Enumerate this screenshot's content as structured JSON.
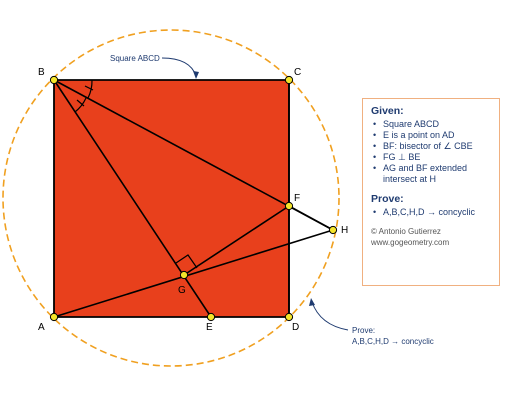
{
  "points": {
    "A": "A",
    "B": "B",
    "C": "C",
    "D": "D",
    "E": "E",
    "F": "F",
    "G": "G",
    "H": "H"
  },
  "callouts": {
    "square": "Square ABCD",
    "prove_line1": "Prove:",
    "prove_line2": "A,B,C,H,D → concyclic"
  },
  "panel": {
    "given_title": "Given:",
    "given_items": [
      "Square ABCD",
      "E is a point on AD",
      "BF: bisector of ∠ CBE",
      "FG ⊥ BE",
      "AG and BF extended intersect at H"
    ],
    "prove_title": "Prove:",
    "prove_items": [
      "A,B,C,H,D → concyclic"
    ],
    "credit_lines": [
      "© Antonio Gutierrez",
      "www.gogeometry.com"
    ]
  },
  "colors": {
    "square_fill": "#e8401c",
    "circle": "#f0a020",
    "vertex": "#f5e52a",
    "text_dark": "#1f3b70"
  }
}
